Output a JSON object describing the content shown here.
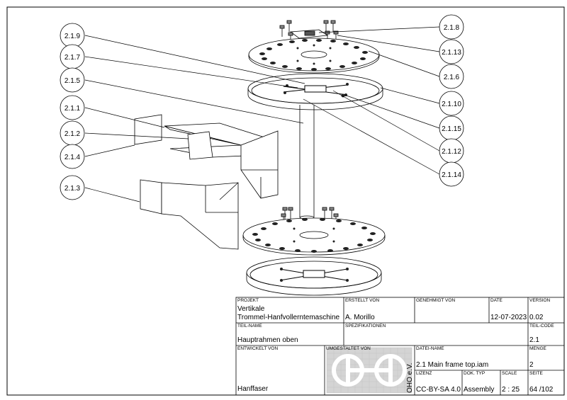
{
  "callouts": [
    "2.1.9",
    "2.1.7",
    "2.1.5",
    "2.1.1",
    "2.1.2",
    "2.1.4",
    "2.1.3",
    "2.1.8",
    "2.1.13",
    "2.1.6",
    "2.1.10",
    "2.1.15",
    "2.1.12",
    "2.1.14"
  ],
  "title_block": {
    "projekt_label": "PROJEKT",
    "projekt_line1": "Vertikale",
    "projekt_line2": "Trommel-Hanfvollerntemaschine",
    "erstellt_label": "ERSTELLT VON",
    "erstellt_value": "A. Morillo",
    "genehmigt_label": "GENEHMIGT VON",
    "date_label": "DATE",
    "date_value": "12-07-2023",
    "version_label": "VERSION",
    "version_value": "0.02",
    "teilname_label": "TEIL-NAME",
    "teilname_value": "Hauptrahmen oben",
    "spezifikationen_label": "SPEZIFIKATIONEN",
    "teilcode_label": "TEIL-CODE",
    "teilcode_value": "2.1",
    "entwickelt_label": "ENTWICKELT VON",
    "entwickelt_value": "Hanffaser",
    "umgestaltet_label": "UMGESTALTET VON",
    "oho_text": "OHO e.V.",
    "datei_label": "DATEI-NAME",
    "datei_value": "2.1 Main frame top.iam",
    "menge_label": "MENGE",
    "menge_value": "2",
    "lizenz_label": "LIZENZ",
    "lizenz_value": "CC-BY-SA 4.0",
    "doktyp_label": "DOK. TYP",
    "doktyp_value": "Assembly",
    "scale_label": "SCALE",
    "scale_value": "2 : 25",
    "seite_label": "SEITE",
    "seite_value": "64 /102"
  }
}
